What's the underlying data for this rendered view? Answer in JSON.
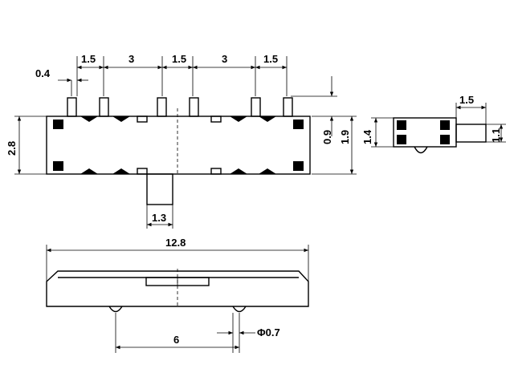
{
  "dimensions": {
    "pitch_1_5_a": "1.5",
    "pitch_3_a": "3",
    "pitch_1_5_b": "1.5",
    "pitch_3_b": "3",
    "pitch_1_5_c": "1.5",
    "pin_width": "0.4",
    "body_height": "2.8",
    "actuator_width": "1.3",
    "side_height_0_9": "0.9",
    "side_height_1_9": "1.9",
    "side_height_1_4": "1.4",
    "side_actuator_length": "1.5",
    "side_actuator_height": "1.1",
    "total_length": "12.8",
    "post_spacing": "6",
    "post_diameter": "Φ0.7"
  }
}
